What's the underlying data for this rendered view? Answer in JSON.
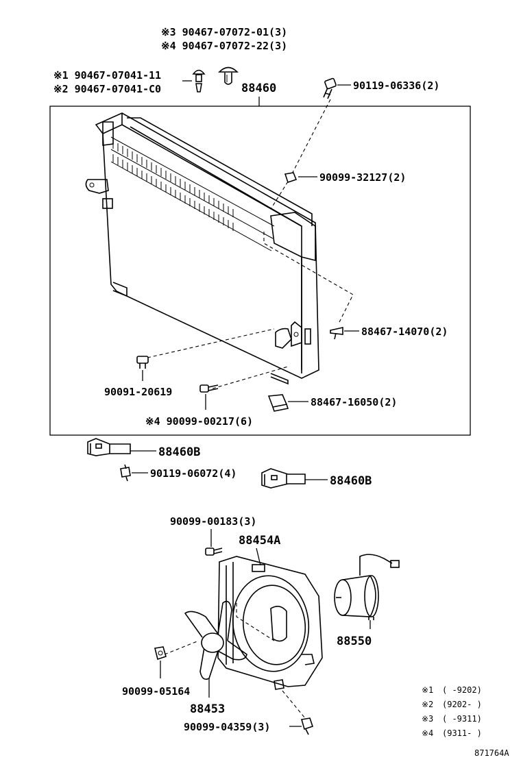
{
  "labels": {
    "clip_note3": "※3  90467-07072-01(3)",
    "clip_note4": "※4  90467-07072-22(3)",
    "rivet_note1": "※1  90467-07041-11",
    "rivet_note2": "※2  90467-07041-C0",
    "condenser": "88460",
    "bolt_top": "90119-06336(2)",
    "nut": "90099-32127(2)",
    "pin": "88467-14070(2)",
    "screw_left": "90091-20619",
    "cushion": "88467-16050(2)",
    "screw_bottom": "※4 90099-00217(6)",
    "bracket_left": "88460B",
    "bolt_bracket": "90119-06072(4)",
    "bracket_right": "88460B",
    "bolt_shroud": "90099-00183(3)",
    "shroud": "88454A",
    "motor": "88550",
    "nut_fan": "90099-05164",
    "fan": "88453",
    "screw_shroud": "90099-04359(3)"
  },
  "footnotes": [
    {
      "mark": "※1",
      "range": "(     -9202)"
    },
    {
      "mark": "※2",
      "range": "(9202-     )"
    },
    {
      "mark": "※3",
      "range": "(     -9311)"
    },
    {
      "mark": "※4",
      "range": "(9311-     )"
    }
  ],
  "figure_code": "871764A"
}
